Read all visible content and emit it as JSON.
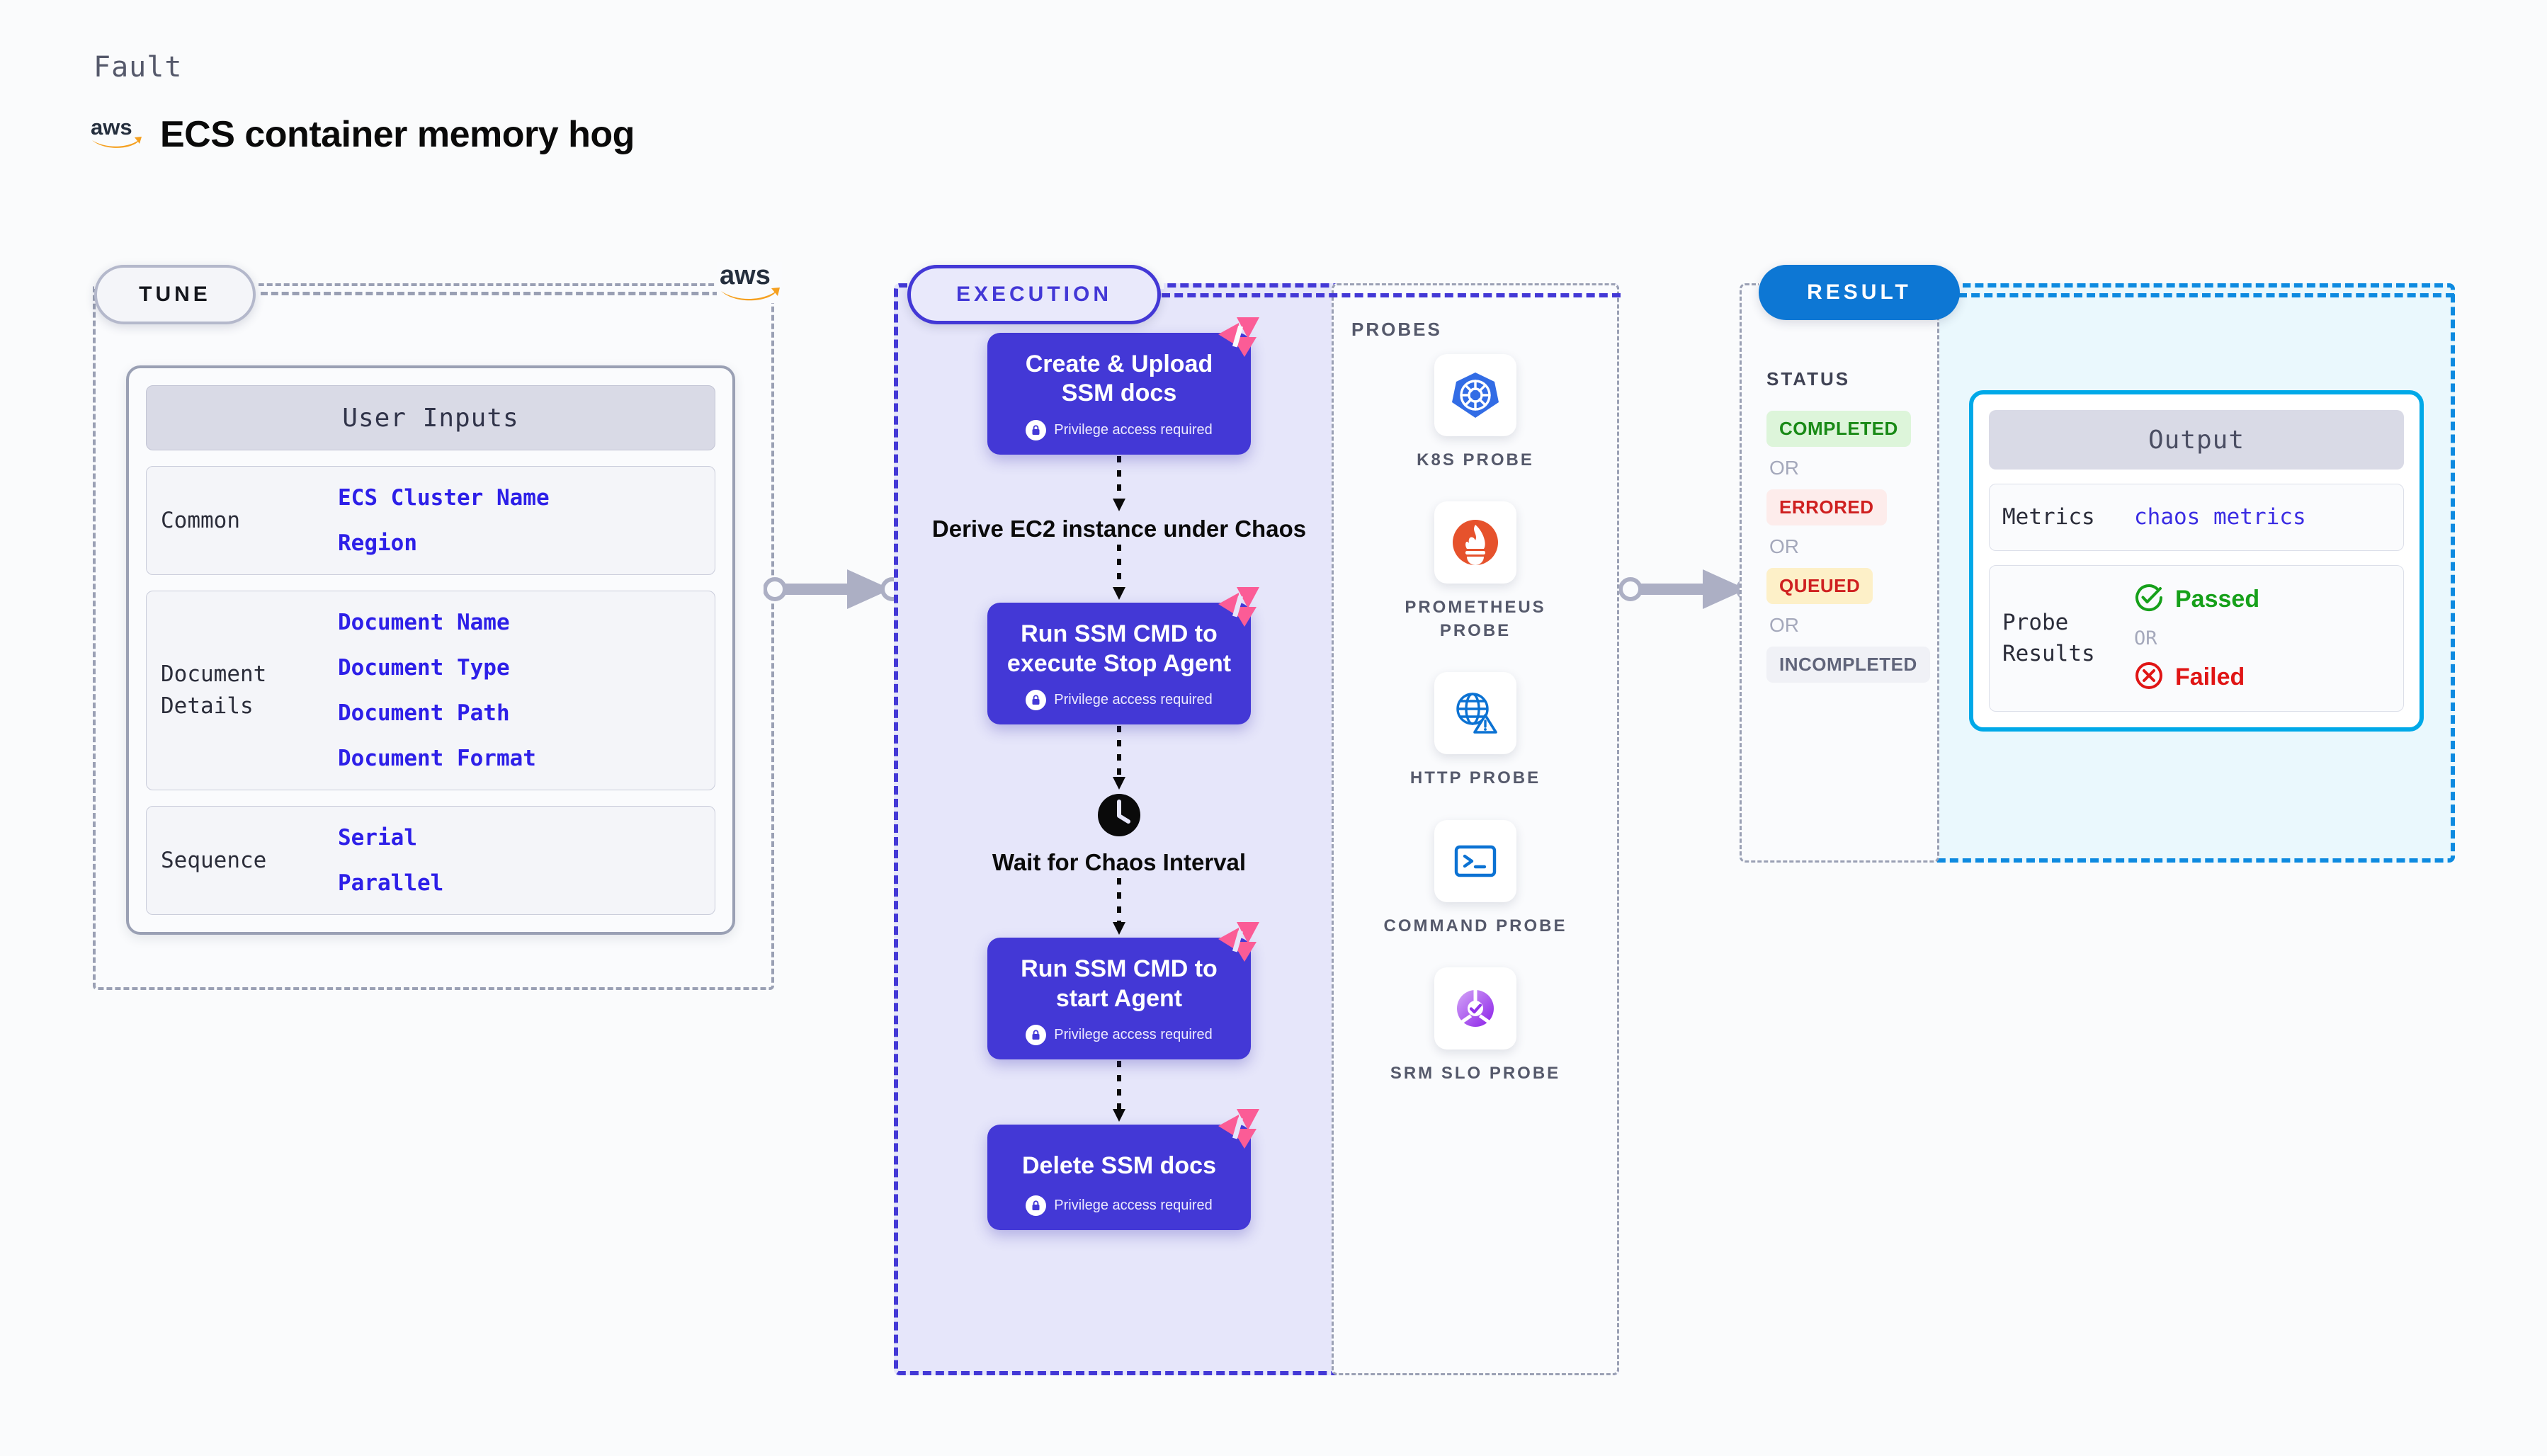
{
  "header": {
    "kicker": "Fault",
    "title": "ECS container memory hog",
    "logo_icon": "aws-logo"
  },
  "stages": {
    "tune": {
      "badge": "TUNE",
      "logo_icon": "aws-logo"
    },
    "execution": {
      "badge": "EXECUTION"
    },
    "result": {
      "badge": "RESULT"
    }
  },
  "tune": {
    "card_title": "User Inputs",
    "groups": [
      {
        "label": "Common",
        "values": [
          "ECS Cluster Name",
          "Region"
        ]
      },
      {
        "label": "Document\nDetails",
        "values": [
          "Document Name",
          "Document Type",
          "Document Path",
          "Document Format"
        ]
      },
      {
        "label": "Sequence",
        "values": [
          "Serial",
          "Parallel"
        ]
      }
    ]
  },
  "execution": {
    "privilege_note": "Privilege access required",
    "steps": [
      {
        "type": "card",
        "title": "Create & Upload SSM docs",
        "privileged": true,
        "badge_icon": "chaos-ribbon-icon"
      },
      {
        "type": "plain",
        "title": "Derive EC2 instance under Chaos"
      },
      {
        "type": "card",
        "title": "Run SSM CMD to execute Stop Agent",
        "privileged": true,
        "badge_icon": "chaos-ribbon-icon"
      },
      {
        "type": "plain",
        "title": "Wait for Chaos Interval",
        "icon": "clock-icon"
      },
      {
        "type": "card",
        "title": "Run SSM CMD to start Agent",
        "privileged": true,
        "badge_icon": "chaos-ribbon-icon"
      },
      {
        "type": "card",
        "title": "Delete SSM docs",
        "privileged": true,
        "badge_icon": "chaos-ribbon-icon"
      }
    ]
  },
  "probes": {
    "title": "PROBES",
    "items": [
      {
        "label": "K8S PROBE",
        "icon": "kubernetes-icon"
      },
      {
        "label": "PROMETHEUS PROBE",
        "icon": "prometheus-icon"
      },
      {
        "label": "HTTP PROBE",
        "icon": "http-globe-warning-icon"
      },
      {
        "label": "COMMAND PROBE",
        "icon": "terminal-icon"
      },
      {
        "label": "SRM SLO PROBE",
        "icon": "srm-slo-icon"
      }
    ]
  },
  "result": {
    "status_title": "STATUS",
    "or_label": "OR",
    "statuses": [
      {
        "label": "COMPLETED",
        "color": "#198a16",
        "bg": "#ddf5da"
      },
      {
        "label": "ERRORED",
        "color": "#cf2020",
        "bg": "#fdeceb"
      },
      {
        "label": "QUEUED",
        "color": "#cf2020",
        "bg": "#fdf0c8"
      },
      {
        "label": "INCOMPLETED",
        "color": "#60647a",
        "bg": "#f0f1f6"
      }
    ],
    "output": {
      "card_title": "Output",
      "metrics_label": "Metrics",
      "metrics_value": "chaos metrics",
      "probe_results_label": "Probe\nResults",
      "passed_label": "Passed",
      "failed_label": "Failed",
      "or_label": "OR",
      "passed_icon": "check-circle-icon",
      "failed_icon": "x-circle-icon"
    }
  },
  "colors": {
    "accent_purple": "#4338d6",
    "accent_blue": "#0d77d4",
    "accent_cyan": "#00a9e8",
    "chaos_pink": "#fb5c96",
    "aws_orange": "#f5a020",
    "passed_green": "#16a01a",
    "failed_red": "#e01515"
  }
}
